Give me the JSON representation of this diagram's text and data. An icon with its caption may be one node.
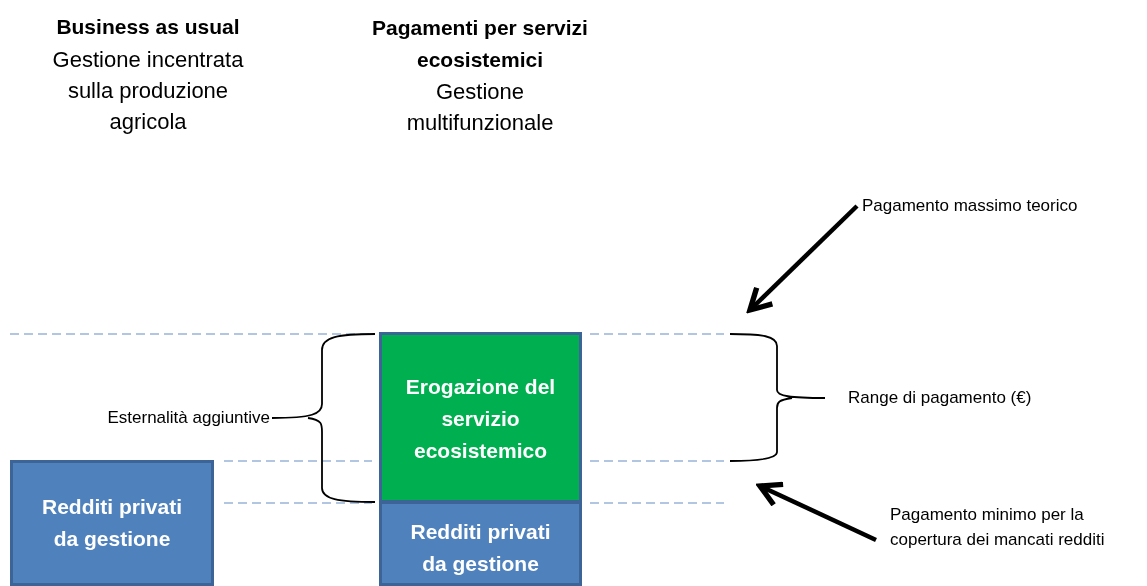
{
  "diagram": {
    "nodes": [
      {
        "text": [
          "Redditi privati da gestione"
        ]
      },
      {
        "text": [
          "Erogazione del servizio ecosistemico"
        ]
      },
      {
        "text": [
          "Redditi privati da gestione"
        ]
      },
      {
        "text": [
          "Pagamento massimo teorico"
        ]
      },
      {
        "text": [
          "Pagamento minimo per la copertura dei mancati redditi"
        ]
      }
    ],
    "edges": [
      {
        "from": 3,
        "to": null,
        "arrow": "to"
      },
      {
        "from": 4,
        "to": null,
        "arrow": "to"
      }
    ],
    "labels": [
      "Business as usual",
      "Gestione incentrata sulla produzione agricola",
      "Pagamenti per servizi ecosistemici",
      "Gestione multifunzionale",
      "Esternalità aggiuntive",
      "Range di pagamento (€)"
    ]
  }
}
